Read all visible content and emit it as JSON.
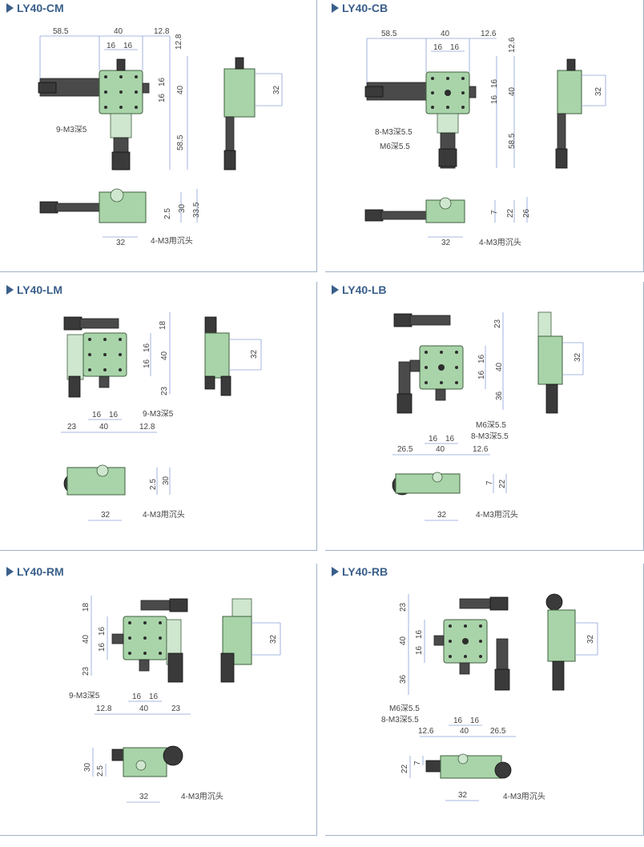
{
  "colors": {
    "accent": "#3a5f8a",
    "stage": "#a9d4a9",
    "dim_line": "#8aa0d8"
  },
  "panels": [
    {
      "title": "LY40-CM",
      "labels": {
        "w_left": "58.5",
        "w_mid": "40",
        "w_right": "12.8",
        "w_16a": "16",
        "w_16b": "16",
        "h_top": "12.8",
        "h_16a": "16",
        "h_16b": "16",
        "h_40": "40",
        "h_bot": "58.5",
        "side_32": "32",
        "holes": "9-M3深5",
        "f_25": "2.5",
        "f_30": "30",
        "f_335": "33.5",
        "f_32": "32",
        "cb": "4-M3用沉头"
      }
    },
    {
      "title": "LY40-CB",
      "labels": {
        "w_left": "58.5",
        "w_mid": "40",
        "w_right": "12.6",
        "w_16a": "16",
        "w_16b": "16",
        "h_top": "12.6",
        "h_16a": "16",
        "h_16b": "16",
        "h_40": "40",
        "h_bot": "58.5",
        "side_32": "32",
        "holes": "8-M3深5.5",
        "center": "M6深5.5",
        "f_7": "7",
        "f_22": "22",
        "f_26": "26",
        "f_32": "32",
        "cb": "4-M3用沉头"
      }
    },
    {
      "title": "LY40-LM",
      "labels": {
        "h_top": "18",
        "h_16a": "16",
        "h_16b": "16",
        "h_40": "40",
        "h_bot": "23",
        "w_16a": "16",
        "w_16b": "16",
        "w_left": "23",
        "w_mid": "40",
        "w_right": "12.8",
        "side_32": "32",
        "holes": "9-M3深5",
        "f_25": "2.5",
        "f_30": "30",
        "f_32": "32",
        "cb": "4-M3用沉头"
      }
    },
    {
      "title": "LY40-LB",
      "labels": {
        "h_top": "23",
        "h_16a": "16",
        "h_16b": "16",
        "h_40": "40",
        "h_bot": "36",
        "center": "M6深5.5",
        "holes": "8-M3深5.5",
        "w_16a": "16",
        "w_16b": "16",
        "w_left": "26.5",
        "w_mid": "40",
        "w_right": "12.6",
        "side_32": "32",
        "f_7": "7",
        "f_22": "22",
        "f_32": "32",
        "cb": "4-M3用沉头"
      }
    },
    {
      "title": "LY40-RM",
      "labels": {
        "h_top": "18",
        "h_40": "40",
        "h_16a": "16",
        "h_16b": "16",
        "h_bot": "23",
        "holes": "9-M3深5",
        "w_16a": "16",
        "w_16b": "16",
        "w_left": "12.8",
        "w_mid": "40",
        "w_right": "23",
        "side_32": "32",
        "f_30": "30",
        "f_25": "2.5",
        "f_32": "32",
        "cb": "4-M3用沉头"
      }
    },
    {
      "title": "LY40-RB",
      "labels": {
        "h_top": "23",
        "h_40": "40",
        "h_16a": "16",
        "h_16b": "16",
        "h_bot": "36",
        "center": "M6深5.5",
        "holes": "8-M3深5.5",
        "w_16a": "16",
        "w_16b": "16",
        "w_left": "12.6",
        "w_mid": "40",
        "w_right": "26.5",
        "side_32": "32",
        "f_22": "22",
        "f_7": "7",
        "f_32": "32",
        "cb": "4-M3用沉头"
      }
    }
  ]
}
